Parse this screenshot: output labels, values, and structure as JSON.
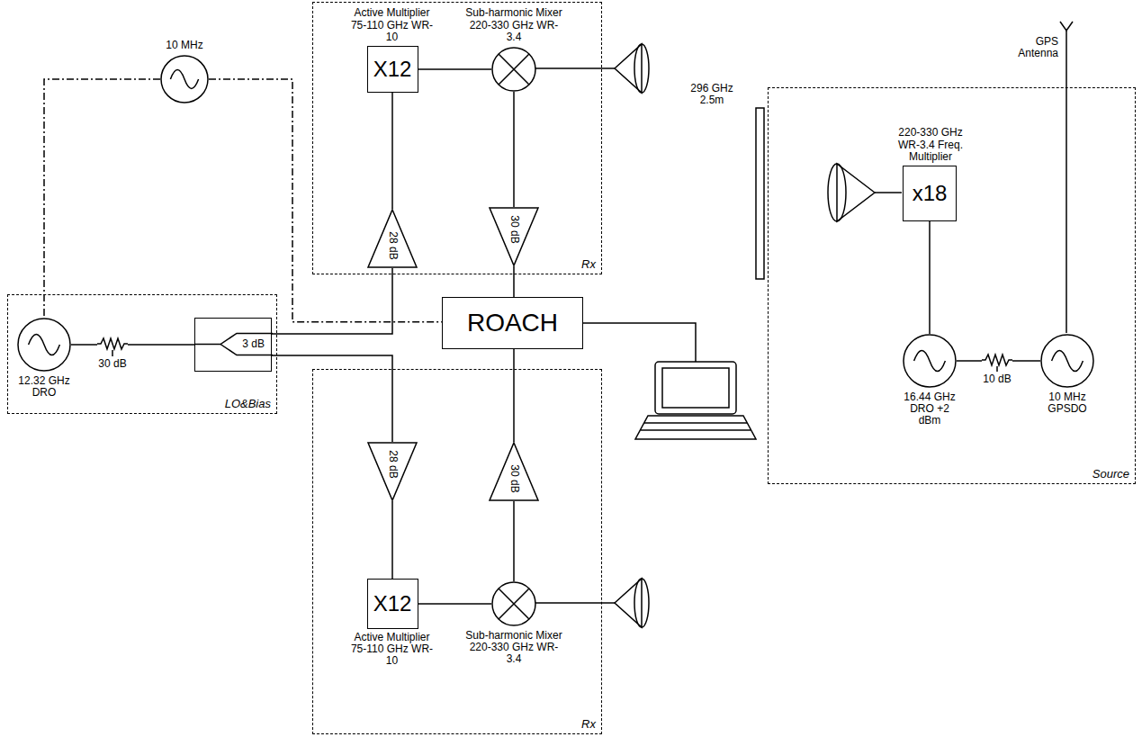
{
  "diagram": {
    "nodes": [
      {
        "text": [
          "Rx"
        ]
      },
      {
        "text": [
          "Active Multiplier 75-110 GHz WR-10",
          "X12"
        ],
        "in": 0
      },
      {
        "text": [
          "Sub-harmonic Mixer 220-330 GHz WR-3.4"
        ],
        "in": 0
      },
      {
        "text": [
          "28 dB"
        ],
        "in": 0
      },
      {
        "text": [
          "30 dB"
        ],
        "in": 0
      },
      {
        "text": [
          "10 MHz"
        ]
      },
      {
        "text": [
          "LO&Bias"
        ]
      },
      {
        "text": [
          "12.32 GHz DRO"
        ],
        "in": 6
      },
      {
        "text": [
          "3 dB"
        ],
        "in": 6
      },
      {
        "text": [
          "ROACH"
        ]
      },
      {
        "text": [
          "Rx"
        ]
      },
      {
        "text": [
          "28 dB"
        ],
        "in": 10
      },
      {
        "text": [
          "30 dB"
        ],
        "in": 10
      },
      {
        "text": [
          "X12",
          "Active Multiplier 75-110 GHz WR-10"
        ],
        "in": 10
      },
      {
        "text": [
          "Sub-harmonic Mixer 220-330 GHz WR-3.4"
        ],
        "in": 10
      },
      {
        "text": [
          "Source"
        ]
      },
      {
        "text": [
          "220-330 GHz WR-3.4 Freq. Multiplier",
          "x18"
        ],
        "in": 15
      },
      {
        "text": [
          "16.44 GHz DRO +2 dBm"
        ],
        "in": 15
      },
      {
        "text": [
          "10 MHz GPSDO"
        ],
        "in": 15
      }
    ],
    "edges": [
      {
        "from": 3,
        "to": 1,
        "arrow": "none"
      },
      {
        "from": 1,
        "to": 2,
        "arrow": "none"
      },
      {
        "from": 2,
        "to": 4,
        "arrow": "none"
      },
      {
        "from": 4,
        "to": 9,
        "arrow": "none"
      },
      {
        "from": 8,
        "to": 3,
        "arrow": "none"
      },
      {
        "from": 8,
        "to": 11,
        "arrow": "none"
      },
      {
        "from": 11,
        "to": 13,
        "arrow": "none"
      },
      {
        "from": 13,
        "to": 14,
        "arrow": "none"
      },
      {
        "from": 14,
        "to": 12,
        "arrow": "none"
      },
      {
        "from": 12,
        "to": 9,
        "arrow": "none"
      },
      {
        "from": 7,
        "to": 8,
        "arrow": "none"
      },
      {
        "from": 5,
        "to": 7,
        "arrow": "none"
      },
      {
        "from": 5,
        "to": 9,
        "arrow": "none"
      },
      {
        "from": 18,
        "to": 17,
        "arrow": "none"
      },
      {
        "from": 17,
        "to": 16,
        "arrow": "none"
      }
    ],
    "labels": [
      "30 dB",
      "10 dB",
      "296 GHz 2.5m",
      "GPS Antenna"
    ]
  }
}
